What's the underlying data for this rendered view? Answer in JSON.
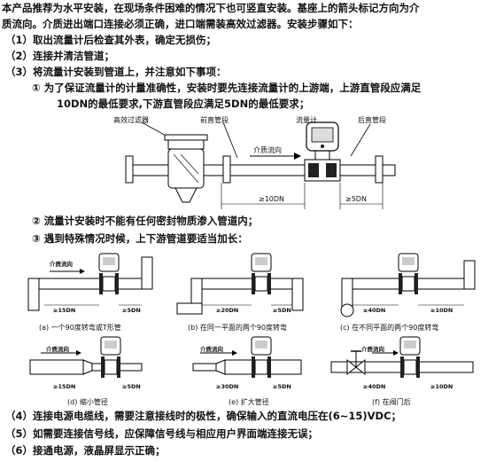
{
  "intro": [
    "本产品推荐为水平安装，在现场条件困难的情况下也可竖直安装。基座上的箭头标记方向为介",
    "质流向。介质进出端口连接必须正确，进口端需装高效过滤器。安装步骤如下："
  ],
  "steps": {
    "s1": "（1）取出流量计后检查其外表，确定无损伤；",
    "s2": "（2）连接并清洁管道；",
    "s3": "（3）将流量计安装到管道上，并注意如下事项：",
    "s3_1a": "① 为了保证流量计的计量准确性，安装时要先连接流量计的上游端，上游直管段应满足",
    "s3_1b": "10DN的最低要求,下游直管段应满足5DN的最低要求；",
    "s3_2": "② 流量计安装时不能有任何密封物质渗入管道内；",
    "s3_3": "③ 遇到特殊情况时候，上下游管道要适当加长：",
    "s4": "（4）连接电源电缆线，需要注意接线时的极性，确保输入的直流电压在(6~15)VDC；",
    "s5": "（5）如需要连接信号线，应保障信号线与相应用户界面端连接无误；",
    "s6": "（6）接通电源，液晶屏显示正确；"
  },
  "main_diagram": {
    "filter_label": "高效过滤器",
    "front_pipe_label": "前直管段",
    "meter_label": "流量计",
    "rear_pipe_label": "后直管段",
    "flow_label": "介质流向",
    "dim_upstream": "≥10DN",
    "dim_downstream": "≥5DN"
  },
  "small_diagrams": {
    "flow_label": "介质流向",
    "a": {
      "up": "≥15DN",
      "down": "≥5DN",
      "caption": "(a)  一个90度转弯或T形管"
    },
    "b": {
      "up": "≥20DN",
      "down": "≥5DN",
      "caption": "(b)  在同一平面的两个90度转弯"
    },
    "c": {
      "up": "≥40DN",
      "down": "≥10DN",
      "caption": "(c)  在不同平面的两个90度转弯"
    },
    "d": {
      "up": "≥15DN",
      "down": "≥5DN",
      "caption": "(d)  缩小管径"
    },
    "e": {
      "up": "≥30DN",
      "down": "≥5DN",
      "caption": "(e)  扩大管径"
    },
    "f": {
      "up": "≥40DN",
      "down": "≥10DN",
      "caption": "(f)  在阀门后"
    }
  }
}
